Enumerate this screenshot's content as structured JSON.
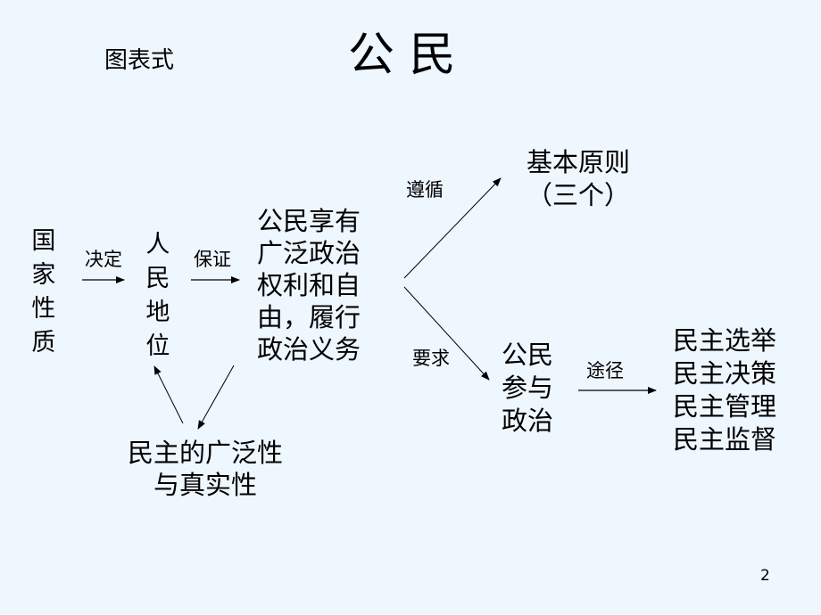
{
  "slide": {
    "subtitle": "图表式",
    "title": "公 民",
    "page_number": "2"
  },
  "diagram": {
    "nodes": {
      "state_nature": "国家性质",
      "people_status": "人民地位",
      "citizen_rights": "公民享有\n广泛政治\n权利和自\n由，履行\n政治义务",
      "basic_principles": "基本原则",
      "basic_principles_note": "（三个）",
      "citizen_participation": "公民\n参与\n政治",
      "democracy_forms": "民主选举\n民主决策\n民主管理\n民主监督",
      "democracy_quality": "民主的广泛性\n与真实性"
    },
    "edge_labels": {
      "determines": "决定",
      "guarantees": "保证",
      "follows": "遵循",
      "requires": "要求",
      "via": "途径"
    }
  },
  "colors": {
    "background": "#eef6fe",
    "text": "#000000"
  }
}
